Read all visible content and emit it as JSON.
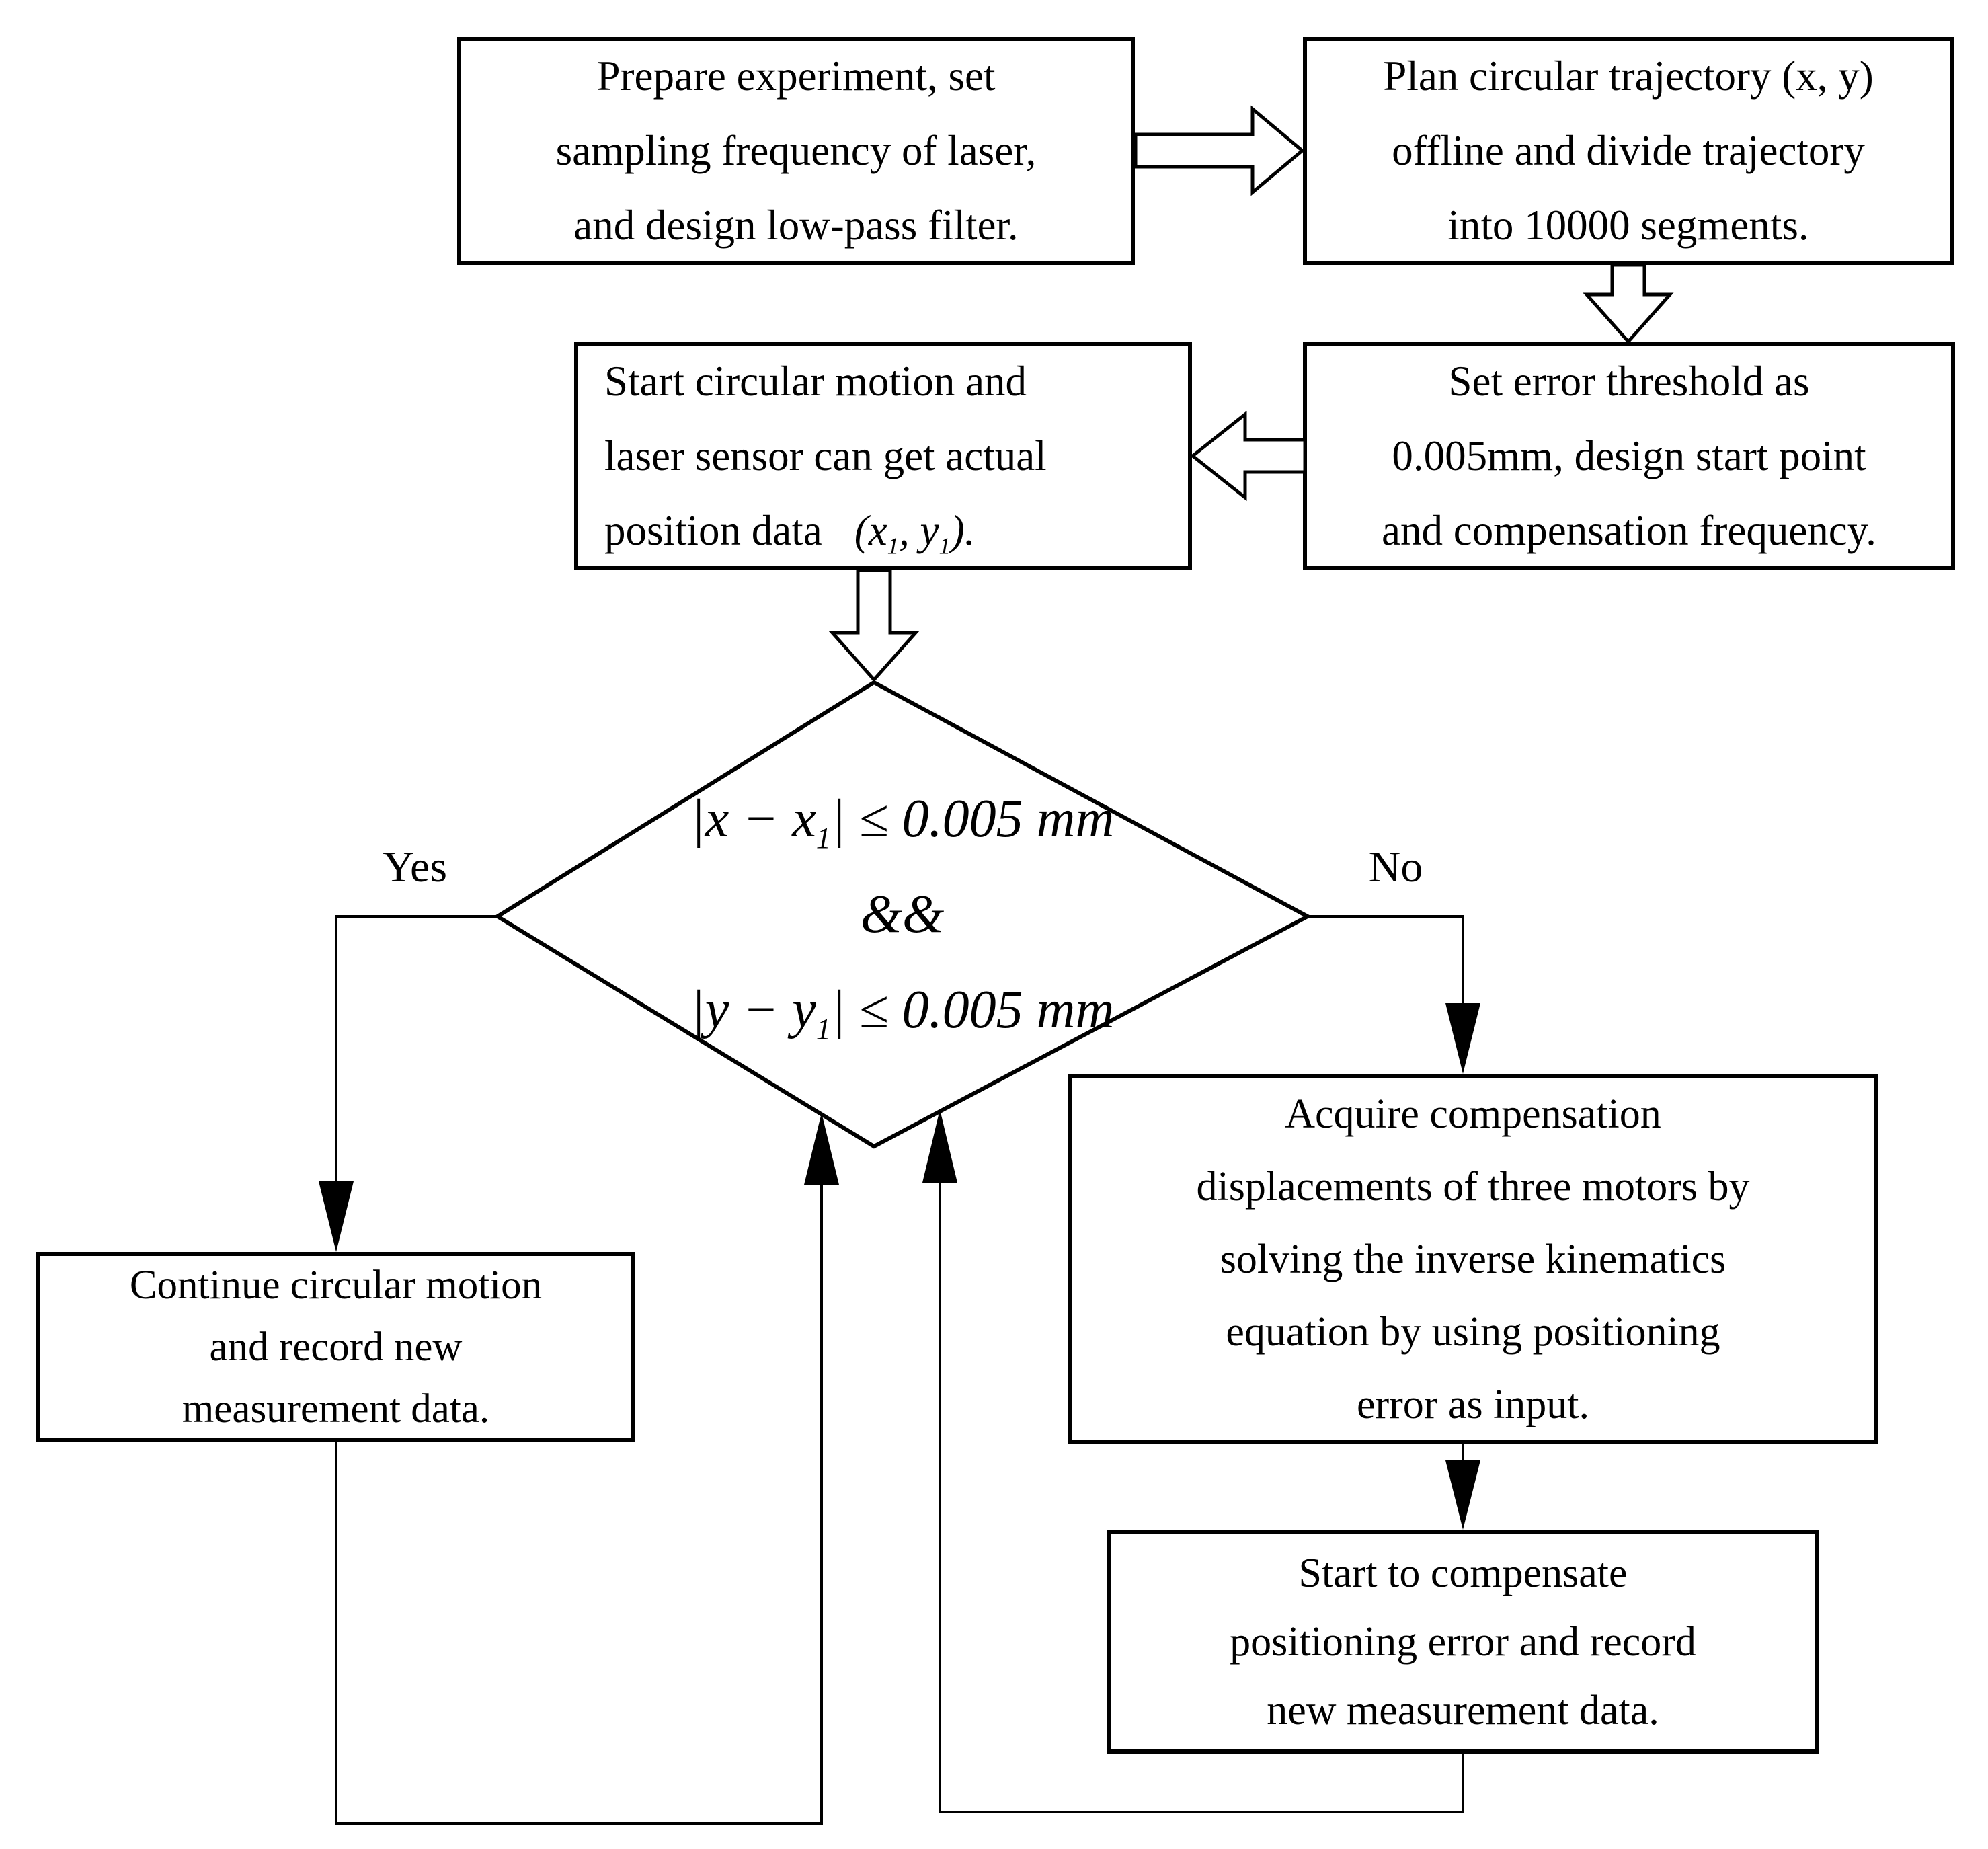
{
  "page": {
    "background_color": "#ffffff",
    "ink_color": "#000000"
  },
  "flowchart": {
    "nodes": {
      "prepare": {
        "lines": [
          "Prepare experiment, set",
          "sampling frequency of laser,",
          "and design low-pass filter."
        ]
      },
      "plan": {
        "lines": [
          "Plan circular trajectory (x, y)",
          "offline and divide trajectory",
          "into 10000 segments."
        ]
      },
      "threshold": {
        "lines": [
          "Set error threshold as",
          "0.005mm, design start point",
          "and compensation frequency."
        ]
      },
      "start_motion": {
        "lines": [
          "Start circular motion and",
          "laser sensor can get actual"
        ],
        "line3_text": "position data",
        "line3_math_open": "(x",
        "line3_sub1": "1",
        "line3_math_mid": ", y",
        "line3_sub2": "1",
        "line3_math_close": ")."
      },
      "decision": {
        "cond1_core": "|x − x",
        "cond1_sub": "1",
        "cond1_tail": "| ≤ 0.005",
        "cond1_unit": "mm",
        "operator": "&&",
        "cond2_core": "|y − y",
        "cond2_sub": "1",
        "cond2_tail": "| ≤ 0.005",
        "cond2_unit": "mm"
      },
      "continue_motion": {
        "lines": [
          "Continue circular motion",
          "and record new",
          "measurement data."
        ]
      },
      "acquire": {
        "lines": [
          "Acquire compensation",
          "displacements of three motors by",
          "solving the inverse kinematics",
          "equation by using positioning",
          "error as input."
        ]
      },
      "compensate": {
        "lines": [
          "Start to compensate",
          "positioning error and record",
          "new measurement data."
        ]
      }
    },
    "edge_labels": {
      "yes": "Yes",
      "no": "No"
    }
  }
}
